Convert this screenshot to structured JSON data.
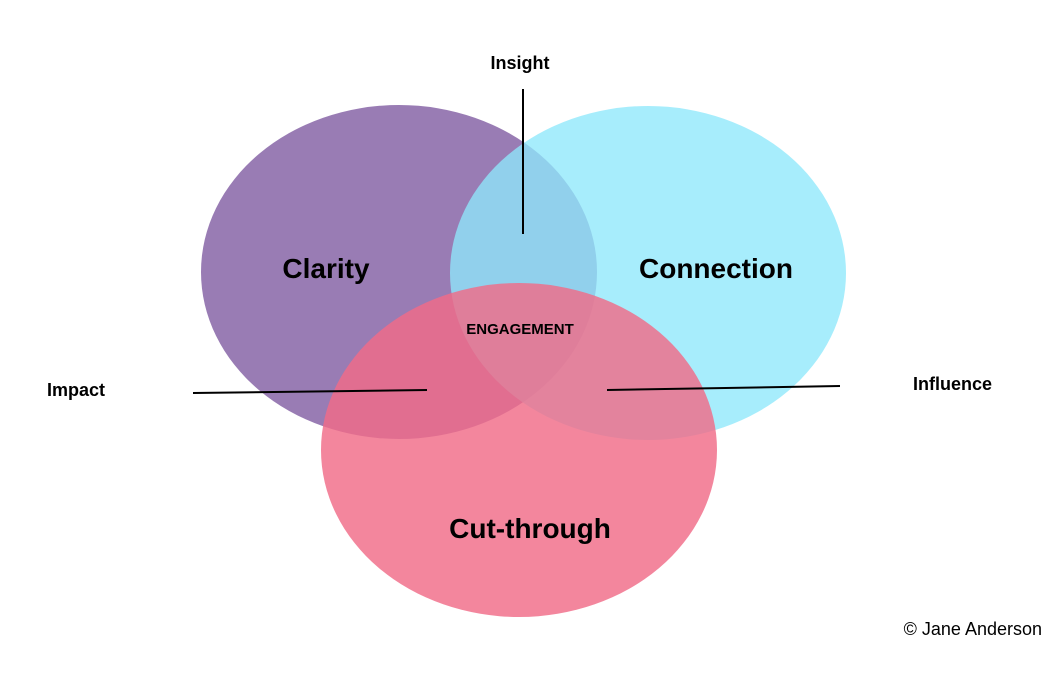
{
  "colors": {
    "clarity": "#8b6aaa",
    "connection": "#8ee8fb",
    "cut_through": "#f06b87",
    "lines_and_text": "#000000"
  },
  "circles": {
    "clarity": "Clarity",
    "connection": "Connection",
    "cut_through": "Cut-through"
  },
  "center": "ENGAGEMENT",
  "callouts": {
    "insight": "Insight",
    "impact": "Impact",
    "influence": "Influence"
  },
  "copyright": "© Jane Anderson"
}
